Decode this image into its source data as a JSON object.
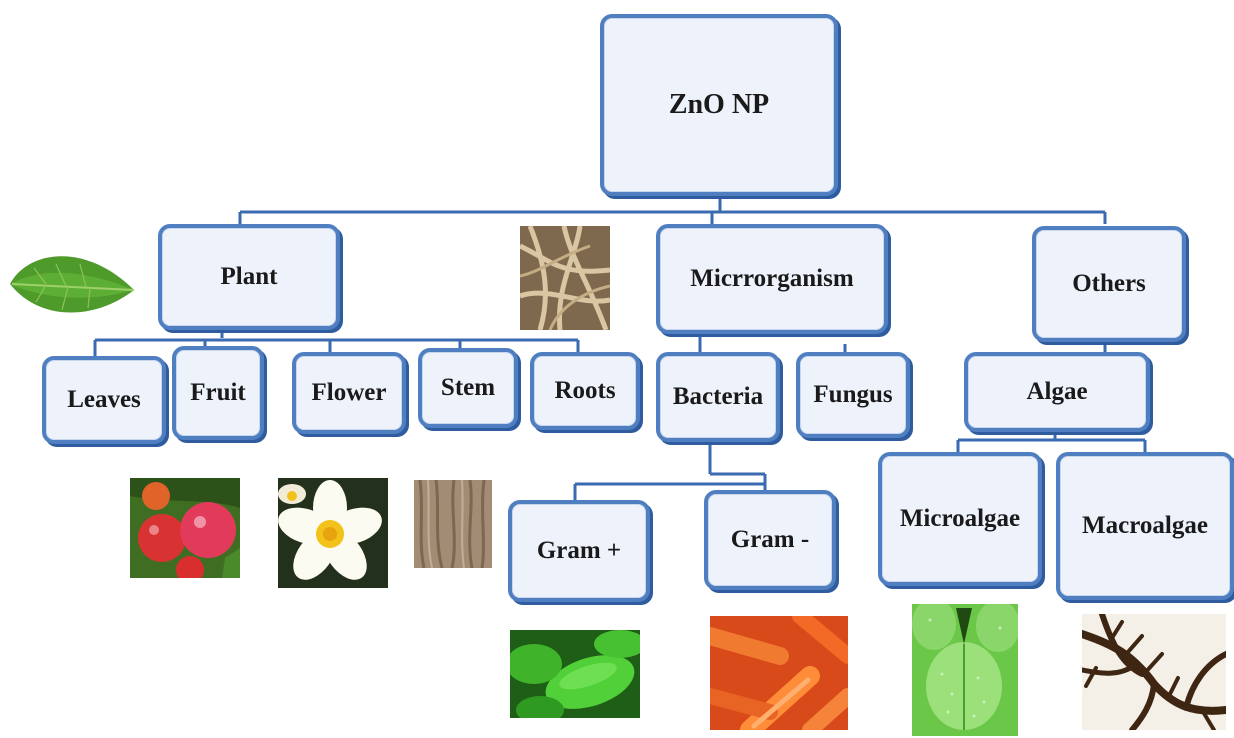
{
  "nodes": {
    "root": "ZnO NP",
    "plant": "Plant",
    "microorganism": "Micrrorganism",
    "others": "Others",
    "leaves": "Leaves",
    "fruit": "Fruit",
    "flower": "Flower",
    "stem": "Stem",
    "roots": "Roots",
    "bacteria": "Bacteria",
    "fungus": "Fungus",
    "algae": "Algae",
    "gram_pos": "Gram +",
    "gram_neg": "Gram -",
    "microalgae": "Microalgae",
    "macroalgae": "Macroalgae"
  },
  "images": [
    "leaf-photo",
    "roots-photo",
    "fruit-photo",
    "flower-photo",
    "bark-photo",
    "gram-positive-bacteria-photo",
    "gram-negative-bacteria-photo",
    "microalgae-photo",
    "macroalgae-photo"
  ],
  "colors": {
    "box_fill": "#edf2fb",
    "box_border": "#4f7fc1",
    "connector": "#3a6ab0"
  }
}
